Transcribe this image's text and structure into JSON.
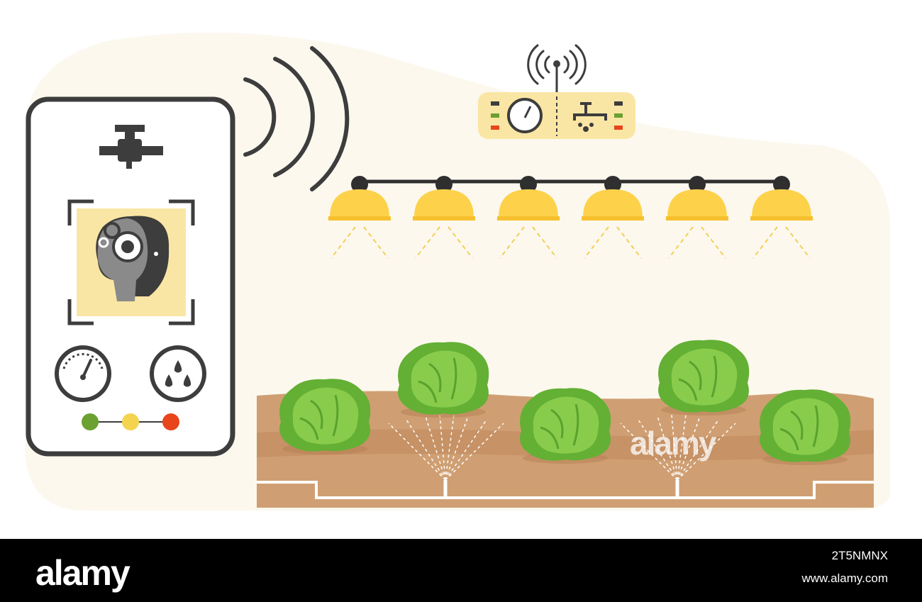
{
  "watermark": {
    "text": "alamy"
  },
  "footer": {
    "logo": "alamy",
    "image_id": "2T5NMNX",
    "site": "www.alamy.com"
  },
  "colors": {
    "background_blob": "#fcf8ee",
    "device_outline": "#3d3d3d",
    "lamp_yellow": "#fdd24a",
    "panel_yellow": "#fae6a4",
    "soil": "#cf9f73",
    "lettuce": "#6fbb3a",
    "indicator_green": "#6aa131",
    "indicator_yellow": "#f4d34f",
    "indicator_red": "#e8451d"
  },
  "icons": [
    "faucet-icon",
    "ai-head-gears-icon",
    "gauge-icon",
    "water-drops-icon",
    "antenna-signal-icon",
    "wifi-waves-icon",
    "grow-lamp-icon",
    "lettuce-icon",
    "sprinkler-icon"
  ]
}
